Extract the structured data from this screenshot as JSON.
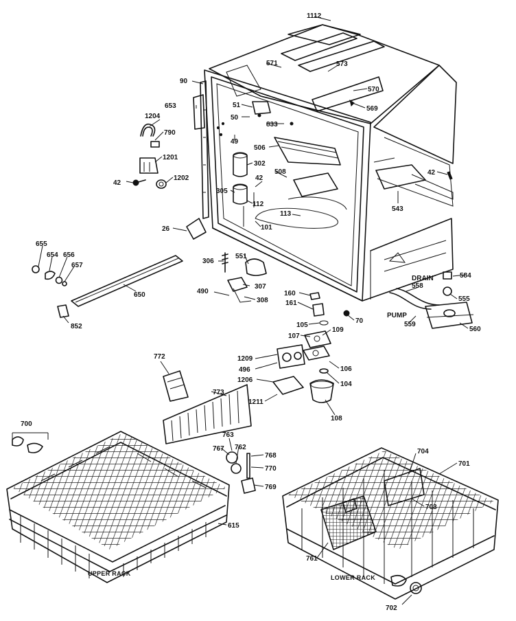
{
  "labels": {
    "p1112": "1112",
    "p571": "571",
    "p573": "573",
    "p570": "570",
    "p569": "569",
    "p90": "90",
    "p653": "653",
    "p51": "51",
    "p50": "50",
    "p833": "833",
    "p49": "49",
    "p1204": "1204",
    "p790": "790",
    "p1201": "1201",
    "p1202": "1202",
    "p42a": "42",
    "p506": "506",
    "p302": "302",
    "p508": "508",
    "p42b": "42",
    "p305": "305",
    "p112": "112",
    "p113": "113",
    "p101": "101",
    "p42c": "42",
    "p543": "543",
    "p26": "26",
    "p655": "655",
    "p654": "654",
    "p656": "656",
    "p657": "657",
    "p650": "650",
    "p852": "852",
    "p306": "306",
    "p551": "551",
    "p307": "307",
    "p490": "490",
    "p308": "308",
    "p160": "160",
    "p161": "161",
    "p105": "105",
    "p107": "107",
    "p109": "109",
    "p70": "70",
    "p584": "584",
    "p558": "558",
    "p555": "555",
    "p559": "559",
    "p560": "560",
    "p772": "772",
    "p1209": "1209",
    "p496": "496",
    "p1206": "1206",
    "p106": "106",
    "p104": "104",
    "p1211": "1211",
    "p108": "108",
    "p773": "773",
    "p700": "700",
    "p763": "763",
    "p767": "767",
    "p762": "762",
    "p768": "768",
    "p770": "770",
    "p769": "769",
    "p615": "615",
    "p704": "704",
    "p701": "701",
    "p703": "703",
    "p761": "761",
    "p702": "702"
  },
  "words": {
    "drain": "DRAIN",
    "pump": "PUMP"
  },
  "captions": {
    "upper_rack": "UPPER RACK",
    "lower_rack": "LOWER RACK"
  }
}
